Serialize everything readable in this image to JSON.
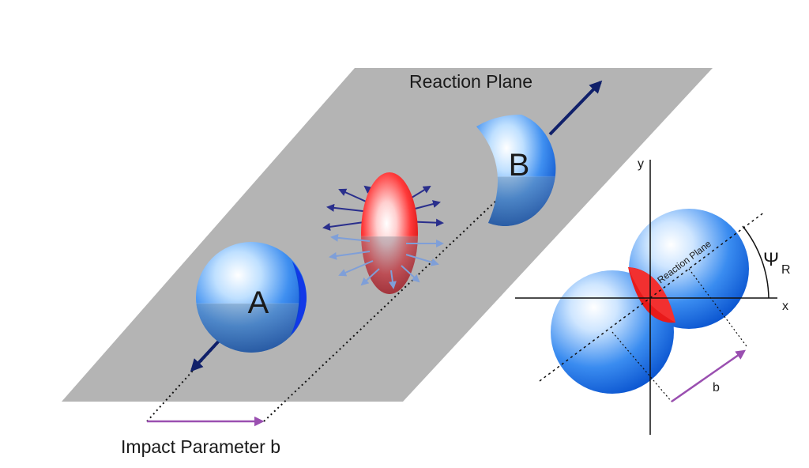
{
  "diagram": {
    "plane_label": "Reaction Plane",
    "impact_label": "Impact Parameter b",
    "nucleus_a": "A",
    "nucleus_b": "B",
    "inset": {
      "axis_x": "x",
      "axis_y": "y",
      "plane_label": "Reaction Plane",
      "angle_symbol": "Ψ",
      "angle_subscript": "R",
      "b_label": "b"
    }
  },
  "colors": {
    "plane": "#b4b4b4",
    "nucleus_blue": "#1565e6",
    "overlap_red": "#e11414",
    "arrow_navy": "#10206a",
    "arrow_purple": "#9a4fb0"
  }
}
